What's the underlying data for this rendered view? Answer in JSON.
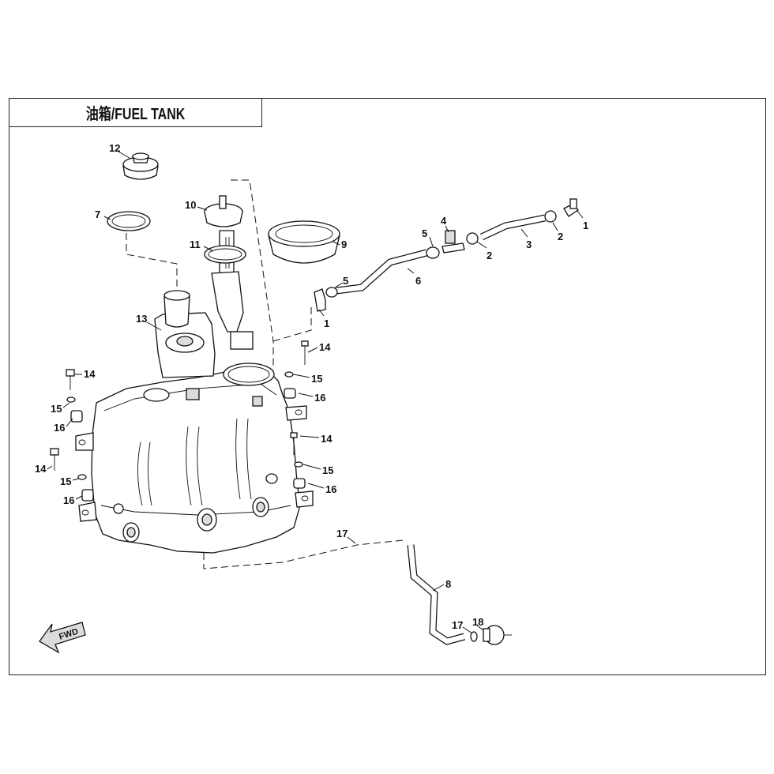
{
  "title": "油箱/FUEL TANK",
  "fwd_label": "FWD",
  "callouts": [
    "1",
    "1",
    "2",
    "2",
    "3",
    "4",
    "5",
    "5",
    "6",
    "7",
    "8",
    "9",
    "10",
    "11",
    "12",
    "13",
    "14",
    "14",
    "14",
    "14",
    "15",
    "15",
    "15",
    "15",
    "16",
    "16",
    "16",
    "16",
    "17",
    "17",
    "18"
  ]
}
